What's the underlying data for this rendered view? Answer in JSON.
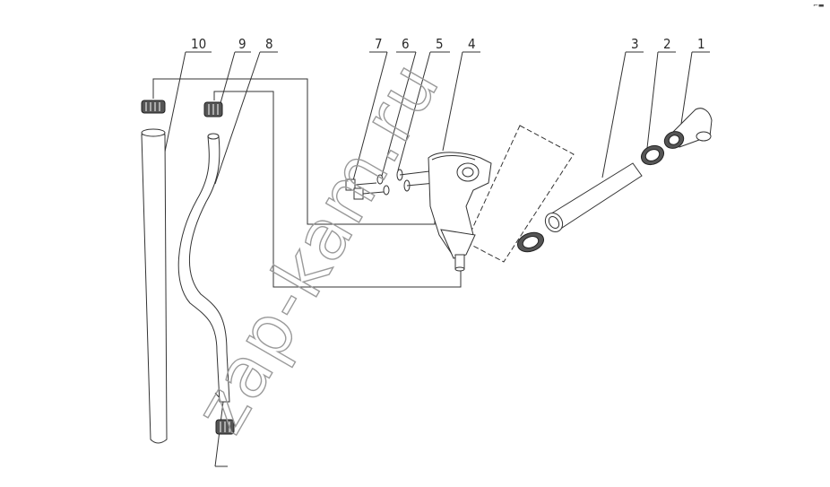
{
  "callouts": [
    "1",
    "2",
    "3",
    "4",
    "5",
    "6",
    "7",
    "8",
    "9",
    "10"
  ],
  "watermark": "zap-kam.ru",
  "corner_mark": "⌐▬"
}
